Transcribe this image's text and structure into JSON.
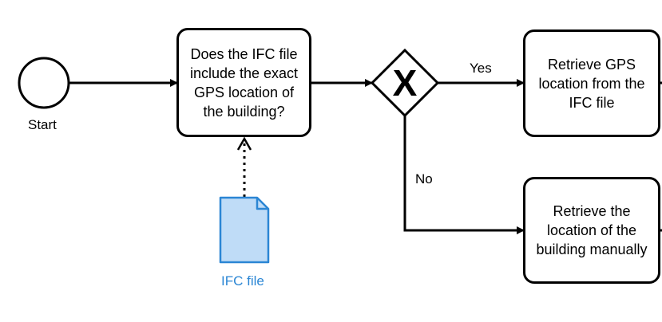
{
  "start_event": {
    "label": "Start"
  },
  "tasks": {
    "check_gps": {
      "label": "Does the IFC file include the exact GPS location of the building?"
    },
    "retrieve_gps": {
      "label": "Retrieve GPS location from the IFC file"
    },
    "retrieve_manual": {
      "label": "Retrieve the location of the building manually"
    }
  },
  "gateway": {
    "type": "exclusive",
    "symbol": "X"
  },
  "flows": {
    "yes_label": "Yes",
    "no_label": "No"
  },
  "data_object": {
    "label": "IFC file",
    "color": "#2b86d4",
    "fill": "#bfdcf7"
  }
}
